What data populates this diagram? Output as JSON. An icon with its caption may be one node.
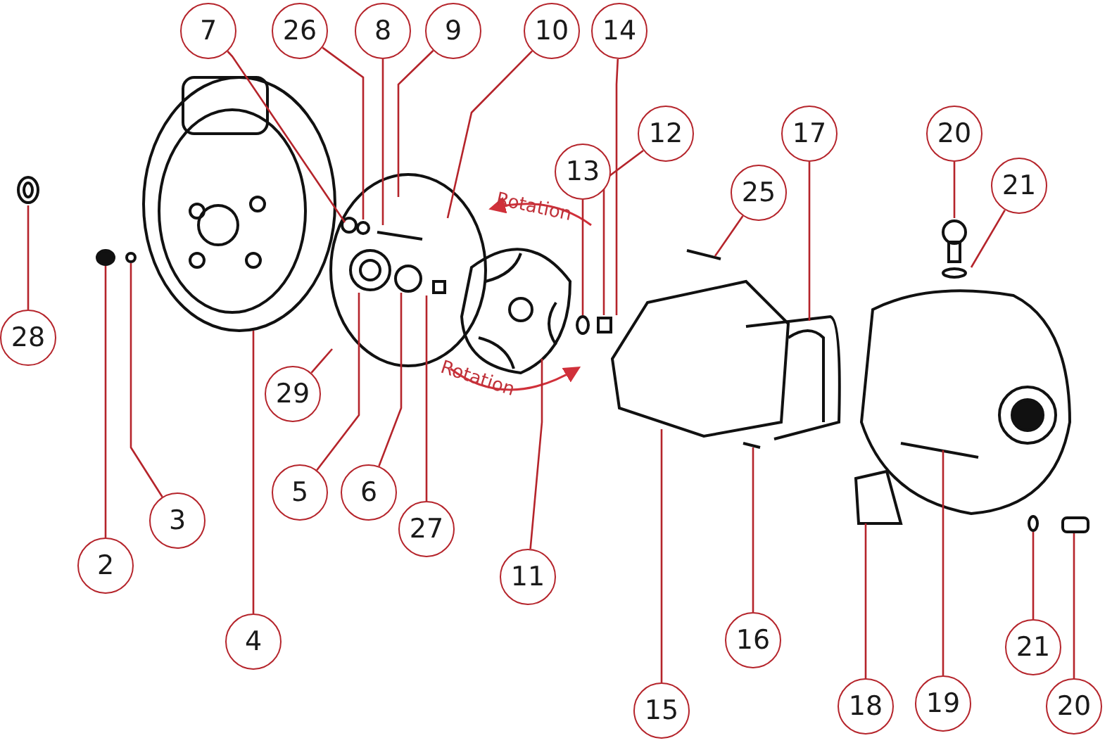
{
  "diagram": {
    "nodes": [
      {
        "text": [
          "7"
        ]
      },
      {
        "text": [
          "26"
        ]
      },
      {
        "text": [
          "8"
        ]
      },
      {
        "text": [
          "9"
        ]
      },
      {
        "text": [
          "10"
        ]
      },
      {
        "text": [
          "14"
        ]
      },
      {
        "text": [
          "12"
        ]
      },
      {
        "text": [
          "17"
        ]
      },
      {
        "text": [
          "20"
        ]
      },
      {
        "text": [
          "13"
        ]
      },
      {
        "text": [
          "21"
        ]
      },
      {
        "text": [
          "25"
        ]
      },
      {
        "text": [
          "28"
        ]
      },
      {
        "text": [
          "29"
        ]
      },
      {
        "text": [
          "5"
        ]
      },
      {
        "text": [
          "6"
        ]
      },
      {
        "text": [
          "3"
        ]
      },
      {
        "text": [
          "27"
        ]
      },
      {
        "text": [
          "2"
        ]
      },
      {
        "text": [
          "11"
        ]
      },
      {
        "text": [
          "4"
        ]
      },
      {
        "text": [
          "16"
        ]
      },
      {
        "text": [
          "21"
        ]
      },
      {
        "text": [
          "15"
        ]
      },
      {
        "text": [
          "18"
        ]
      },
      {
        "text": [
          "19"
        ]
      },
      {
        "text": [
          "20"
        ]
      }
    ],
    "edges": [
      {
        "from": 0,
        "to": null,
        "arrow": "none"
      },
      {
        "from": 1,
        "to": null,
        "arrow": "none"
      },
      {
        "from": 2,
        "to": null,
        "arrow": "none"
      },
      {
        "from": 3,
        "to": null,
        "arrow": "none"
      },
      {
        "from": 4,
        "to": null,
        "arrow": "none"
      },
      {
        "from": 5,
        "to": null,
        "arrow": "none"
      },
      {
        "from": 6,
        "to": null,
        "arrow": "none"
      },
      {
        "from": 7,
        "to": null,
        "arrow": "none"
      },
      {
        "from": 8,
        "to": null,
        "arrow": "none"
      },
      {
        "from": 9,
        "to": null,
        "arrow": "none"
      },
      {
        "from": 10,
        "to": null,
        "arrow": "none"
      },
      {
        "from": 11,
        "to": null,
        "arrow": "none"
      },
      {
        "from": 12,
        "to": null,
        "arrow": "none"
      },
      {
        "from": 13,
        "to": null,
        "arrow": "none"
      },
      {
        "from": 14,
        "to": null,
        "arrow": "none"
      },
      {
        "from": 15,
        "to": null,
        "arrow": "none"
      },
      {
        "from": 16,
        "to": null,
        "arrow": "none"
      },
      {
        "from": 17,
        "to": null,
        "arrow": "none"
      },
      {
        "from": 18,
        "to": null,
        "arrow": "none"
      },
      {
        "from": 19,
        "to": null,
        "arrow": "none"
      },
      {
        "from": 20,
        "to": null,
        "arrow": "none"
      },
      {
        "from": 21,
        "to": null,
        "arrow": "none"
      },
      {
        "from": 22,
        "to": null,
        "arrow": "none"
      },
      {
        "from": 23,
        "to": null,
        "arrow": "none"
      },
      {
        "from": 24,
        "to": null,
        "arrow": "none"
      },
      {
        "from": 25,
        "to": null,
        "arrow": "none"
      },
      {
        "from": 26,
        "to": null,
        "arrow": "none"
      }
    ],
    "labels": [
      "Rotation",
      "Rotation"
    ]
  }
}
